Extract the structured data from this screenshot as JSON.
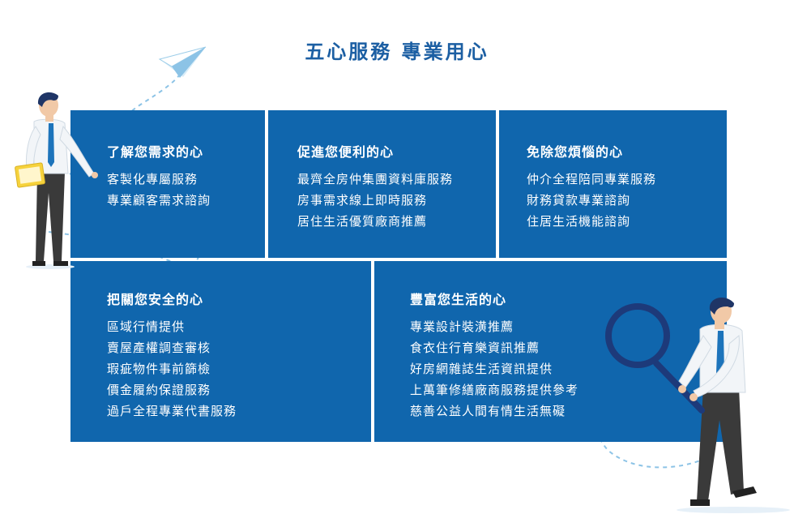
{
  "page": {
    "title": "五心服務 專業用心"
  },
  "cards": [
    {
      "heading": "了解您需求的心",
      "items": [
        "客製化專屬服務",
        "專業顧客需求諮詢"
      ]
    },
    {
      "heading": "促進您便利的心",
      "items": [
        "最齊全房仲集團資料庫服務",
        "房事需求線上即時服務",
        "居住生活優質廠商推薦"
      ]
    },
    {
      "heading": "免除您煩惱的心",
      "items": [
        "仲介全程陪同專業服務",
        "財務貸款專業諮詢",
        "住居生活機能諮詢"
      ]
    },
    {
      "heading": "把關您安全的心",
      "items": [
        "區域行情提供",
        "賣屋產權調查審核",
        "瑕疵物件事前篩檢",
        "價金履約保證服務",
        "過戶全程專業代書服務"
      ]
    },
    {
      "heading": "豐富您生活的心",
      "items": [
        "專業設計裝潢推薦",
        "食衣住行育樂資訊推薦",
        "好房網雜誌生活資訊提供",
        "上萬筆修繕廠商服務提供參考",
        "慈善公益人間有情生活無礙"
      ]
    }
  ],
  "colors": {
    "card_bg": "#1066ad",
    "title": "#1c5fa3",
    "dash": "#8cc3e6"
  },
  "icons": [
    "paper-plane-icon",
    "magnifying-glass-icon"
  ]
}
